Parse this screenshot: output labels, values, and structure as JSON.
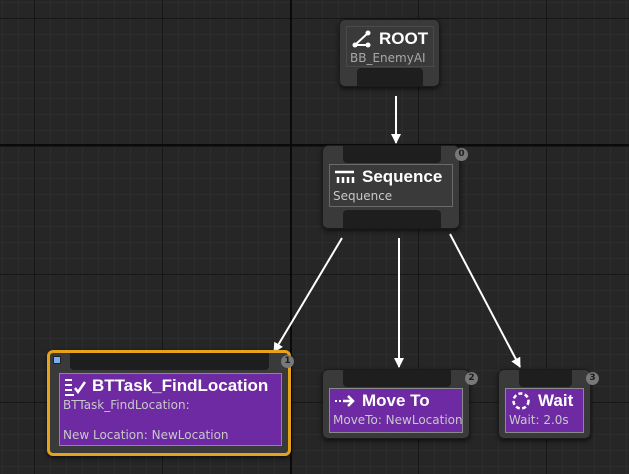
{
  "root": {
    "title": "ROOT",
    "subtitle": "BB_EnemyAI",
    "icon": "branch-icon"
  },
  "sequence": {
    "title": "Sequence",
    "subtitle": "Sequence",
    "index": "0",
    "icon": "sequence-icon"
  },
  "find_location": {
    "title": "BTTask_FindLocation",
    "line1": "BTTask_FindLocation:",
    "line2": "New Location: NewLocation",
    "index": "1",
    "icon": "task-icon",
    "selected": true
  },
  "move_to": {
    "title": "Move To",
    "subtitle": "MoveTo: NewLocation",
    "index": "2",
    "icon": "move-arrow-icon"
  },
  "wait": {
    "title": "Wait",
    "subtitle": "Wait: 2.0s",
    "index": "3",
    "icon": "wait-circle-icon"
  },
  "colors": {
    "task_purple": "#6d2aa3",
    "selection_orange": "#e4a31b",
    "node_gray": "#3a3a3a",
    "grid_bg": "#262626"
  }
}
